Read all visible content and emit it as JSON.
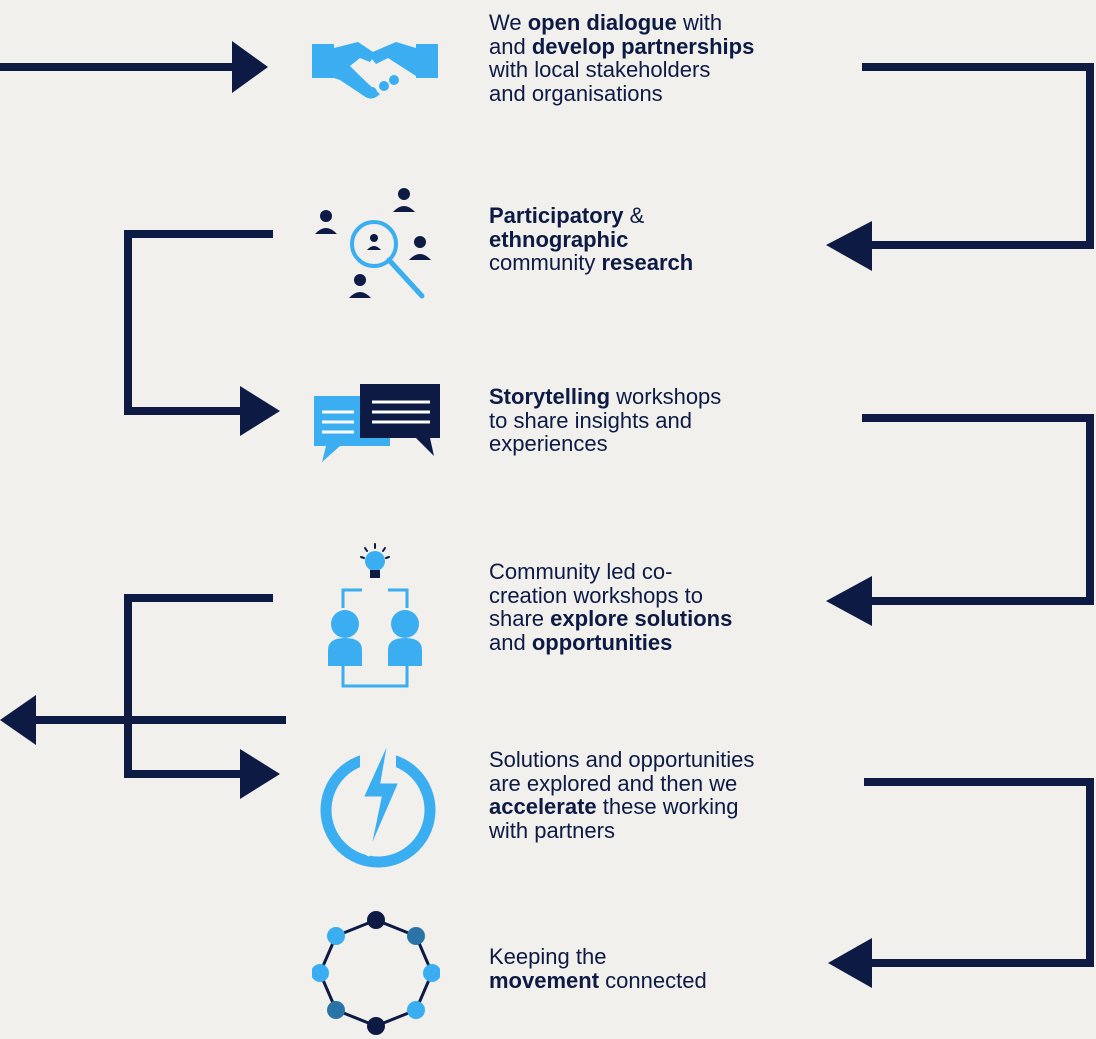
{
  "colors": {
    "background": "#f1f0ec",
    "navy": "#0c1a44",
    "light_blue": "#3aaef0",
    "mid_blue": "#2a73a6"
  },
  "steps": [
    {
      "icon": "handshake-icon",
      "text": [
        {
          "t": "We ",
          "b": false
        },
        {
          "t": "open dialogue",
          "b": true
        },
        {
          "t": " with\nand ",
          "b": false
        },
        {
          "t": "develop partnerships",
          "b": true
        },
        {
          "t": "\nwith local stakeholders\nand organisations",
          "b": false
        }
      ]
    },
    {
      "icon": "people-search-icon",
      "text": [
        {
          "t": "Participatory",
          "b": true
        },
        {
          "t": " &\n",
          "b": false
        },
        {
          "t": "ethnographic",
          "b": true
        },
        {
          "t": "\ncommunity ",
          "b": false
        },
        {
          "t": "research",
          "b": true
        }
      ]
    },
    {
      "icon": "speech-bubbles-icon",
      "text": [
        {
          "t": "Storytelling",
          "b": true
        },
        {
          "t": " workshops\nto share insights and\nexperiences",
          "b": false
        }
      ]
    },
    {
      "icon": "co-creation-icon",
      "text": [
        {
          "t": "Community led co-\ncreation workshops to\nshare ",
          "b": false
        },
        {
          "t": "explore solutions",
          "b": true
        },
        {
          "t": "\nand ",
          "b": false
        },
        {
          "t": "opportunities",
          "b": true
        }
      ]
    },
    {
      "icon": "power-lightning-icon",
      "text": [
        {
          "t": "Solutions and opportunities\nare explored and then we\n",
          "b": false
        },
        {
          "t": "accelerate",
          "b": true
        },
        {
          "t": " these working\nwith partners",
          "b": false
        }
      ]
    },
    {
      "icon": "network-ring-icon",
      "text": [
        {
          "t": "Keeping the\n",
          "b": false
        },
        {
          "t": "movement",
          "b": true
        },
        {
          "t": " connected",
          "b": false
        }
      ]
    }
  ]
}
